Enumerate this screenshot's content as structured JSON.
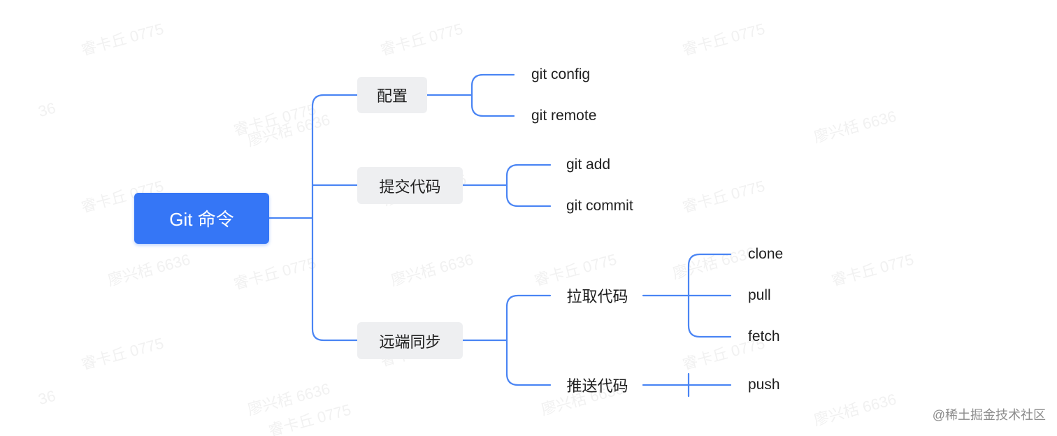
{
  "mindmap": {
    "root": {
      "label": "Git 命令"
    },
    "branches": [
      {
        "label": "配置",
        "children": [
          {
            "label": "git config"
          },
          {
            "label": "git remote"
          }
        ]
      },
      {
        "label": "提交代码",
        "children": [
          {
            "label": "git add"
          },
          {
            "label": "git commit"
          }
        ]
      },
      {
        "label": "远端同步",
        "children": [
          {
            "label": "拉取代码",
            "children": [
              {
                "label": "clone"
              },
              {
                "label": "pull"
              },
              {
                "label": "fetch"
              }
            ]
          },
          {
            "label": "推送代码",
            "children": [
              {
                "label": "push"
              }
            ]
          }
        ]
      }
    ]
  },
  "colors": {
    "connector": "#4a85f4",
    "root_fill": "#3576f6",
    "branch_fill": "#eeeff1"
  },
  "watermarks": [
    "睿卡丘 0775",
    "廖兴栝 6636",
    "36"
  ],
  "brand": "@稀土掘金技术社区"
}
